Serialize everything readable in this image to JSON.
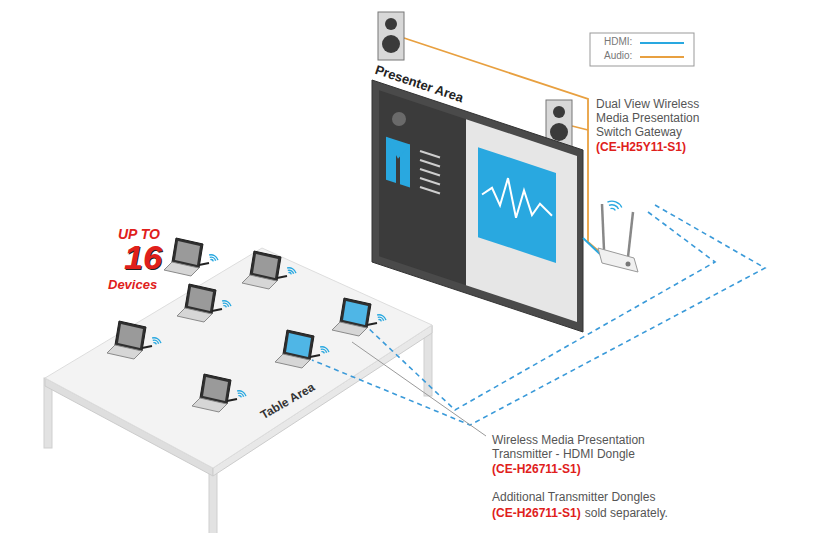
{
  "diagram": {
    "labels": [
      "Presenter Area",
      "Dual View Wireless Media Presentation Switch Gateway",
      "(CE-H25Y11-S1)",
      "UP TO",
      "16",
      "Devices",
      "Table Area",
      "Wireless Media Presentation Transmitter - HDMI Dongle",
      "(CE-H26711-S1)",
      "Additional Transmitter Dongles",
      "(CE-H26711-S1)",
      "sold separately."
    ],
    "legend": [
      {
        "text": "HDMI:"
      },
      {
        "text": "Audio:"
      }
    ]
  }
}
